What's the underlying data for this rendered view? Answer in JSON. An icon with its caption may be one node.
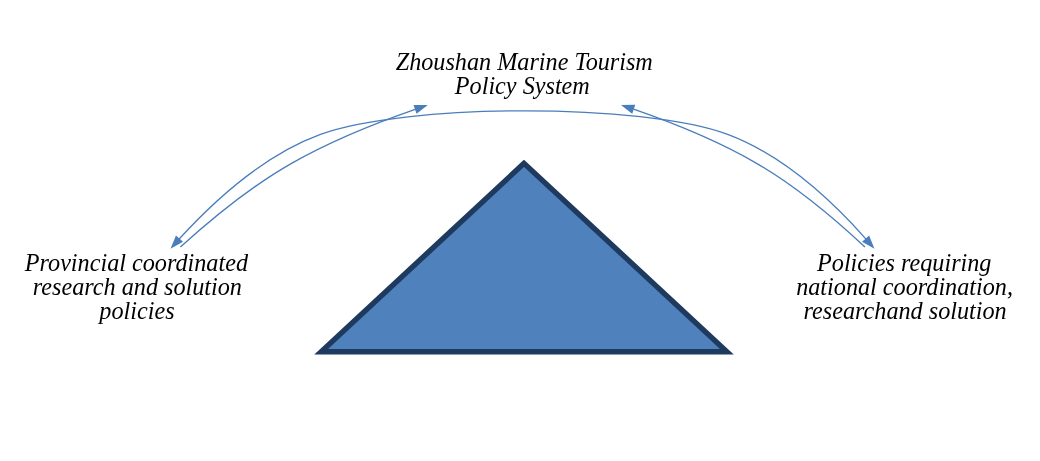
{
  "diagram": {
    "nodes": [
      {
        "text": [
          "Zhoushan Marine Tourism Policy System"
        ]
      },
      {
        "text": [
          "Provincial coordinated research and solution policies"
        ]
      },
      {
        "text": [],
        "shape": "triangle"
      },
      {
        "text": [
          "Policies requiring national coordination, researchand solution"
        ]
      }
    ],
    "edges": [
      {
        "from": 1,
        "to": 0,
        "arrow": "to"
      },
      {
        "from": 3,
        "to": 0,
        "arrow": "to"
      },
      {
        "from": 1,
        "to": 3,
        "arrow": "both"
      }
    ]
  }
}
